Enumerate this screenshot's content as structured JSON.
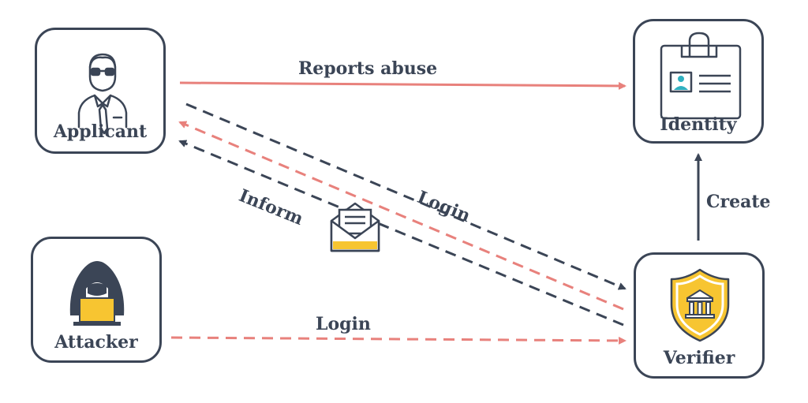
{
  "nodes": {
    "applicant": {
      "label": "Applicant"
    },
    "identity": {
      "label": "Identity"
    },
    "attacker": {
      "label": "Attacker"
    },
    "verifier": {
      "label": "Verifier"
    }
  },
  "edges": {
    "reports_abuse": {
      "label": "Reports abuse"
    },
    "login_applicant": {
      "label": "Login"
    },
    "inform": {
      "label": "Inform"
    },
    "create": {
      "label": "Create"
    },
    "login_attacker": {
      "label": "Login"
    }
  },
  "colors": {
    "dark": "#3b4556",
    "red": "#e8817c",
    "yellow": "#f7c531"
  }
}
